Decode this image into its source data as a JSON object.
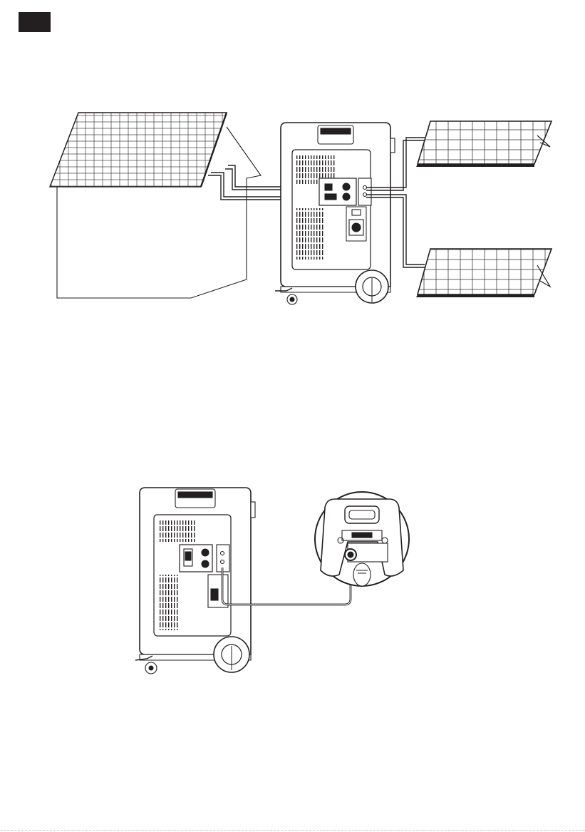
{
  "page": {
    "header_tab_color": "#231f20",
    "line_color": "#231f20"
  },
  "figures": [
    {
      "id": "figure-rooftop-and-portable-solar",
      "items": [
        "house-with-rooftop-solar-array",
        "power-station-unit",
        "portable-solar-panel",
        "portable-solar-panel"
      ]
    },
    {
      "id": "figure-car-charging-connection",
      "items": [
        "power-station-unit",
        "car-12v-socket-closeup"
      ]
    }
  ]
}
